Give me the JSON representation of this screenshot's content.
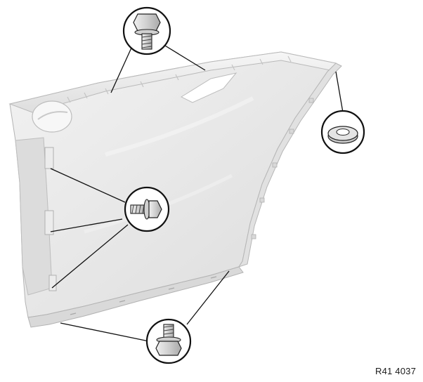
{
  "figure": {
    "reference_code": "R41 4037"
  },
  "fasteners": [
    {
      "name": "hex-flange-bolt-top",
      "icon": "hex-flange-bolt-icon"
    },
    {
      "name": "clip-nut-right",
      "icon": "clip-nut-icon"
    },
    {
      "name": "hex-flange-bolt-middle",
      "icon": "hex-flange-bolt-icon"
    },
    {
      "name": "hex-flange-bolt-bottom",
      "icon": "hex-flange-bolt-icon"
    }
  ],
  "colors": {
    "panel_fill": "#e9e9e9",
    "panel_shade": "#d6d6d6",
    "panel_edge": "#b4b4b4",
    "leader_line": "#111111",
    "callout_fill": "#ffffff"
  }
}
